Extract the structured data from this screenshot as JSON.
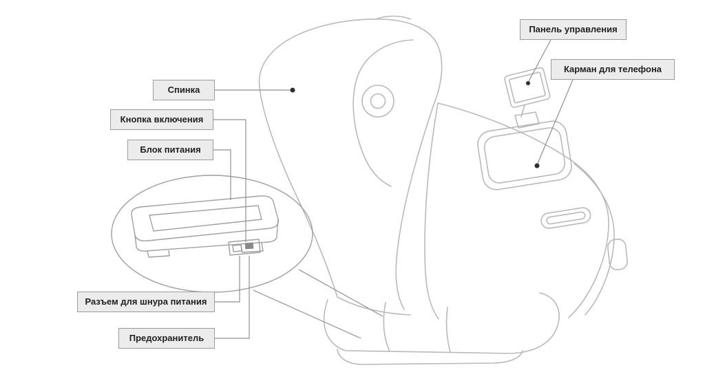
{
  "figure": {
    "type": "diagram",
    "subject": "Massage chair labeled parts diagram",
    "language": "ru"
  },
  "labels": {
    "control_panel": "Панель управления",
    "phone_pocket": "Карман для телефона",
    "backrest": "Спинка",
    "power_button": "Кнопка включения",
    "power_supply": "Блок питания",
    "power_cord_socket": "Разъем для шнура питания",
    "fuse": "Предохранитель"
  },
  "colors": {
    "label_background": "#ececec",
    "label_border": "#9b9b9b",
    "label_text": "#1f1f1f",
    "leader_line": "#8f8f8f",
    "artwork_stroke": "#b9b9b9",
    "detail_stroke": "#9f9f9f",
    "marker_dot": "#2e2e2e"
  }
}
